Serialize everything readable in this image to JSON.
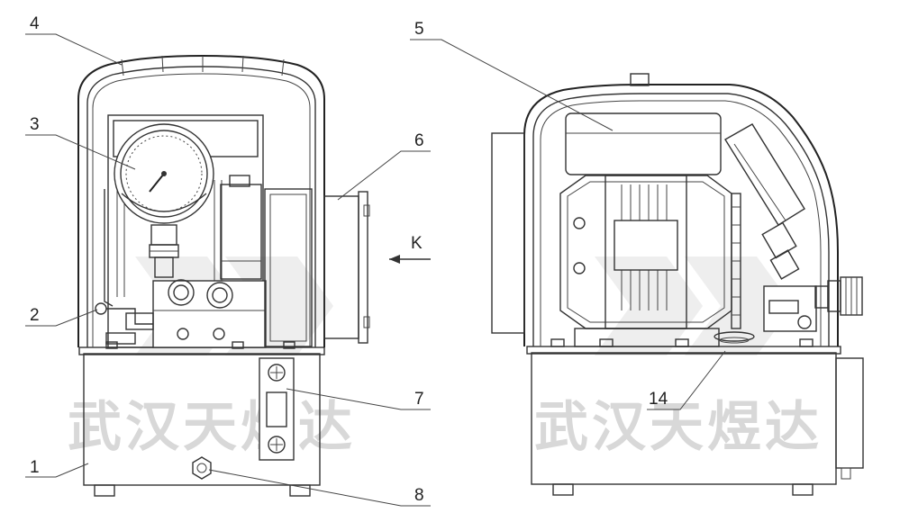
{
  "callouts": {
    "c1": "1",
    "c2": "2",
    "c3": "3",
    "c4": "4",
    "c5": "5",
    "c6": "6",
    "c7": "7",
    "c8": "8",
    "c14": "14",
    "k": "K"
  },
  "watermark": {
    "left": "武汉天煜达",
    "right": "武汉天煜达"
  },
  "colors": {
    "line": "#333333",
    "watermark": "#d8d8d8",
    "background": "#ffffff"
  }
}
